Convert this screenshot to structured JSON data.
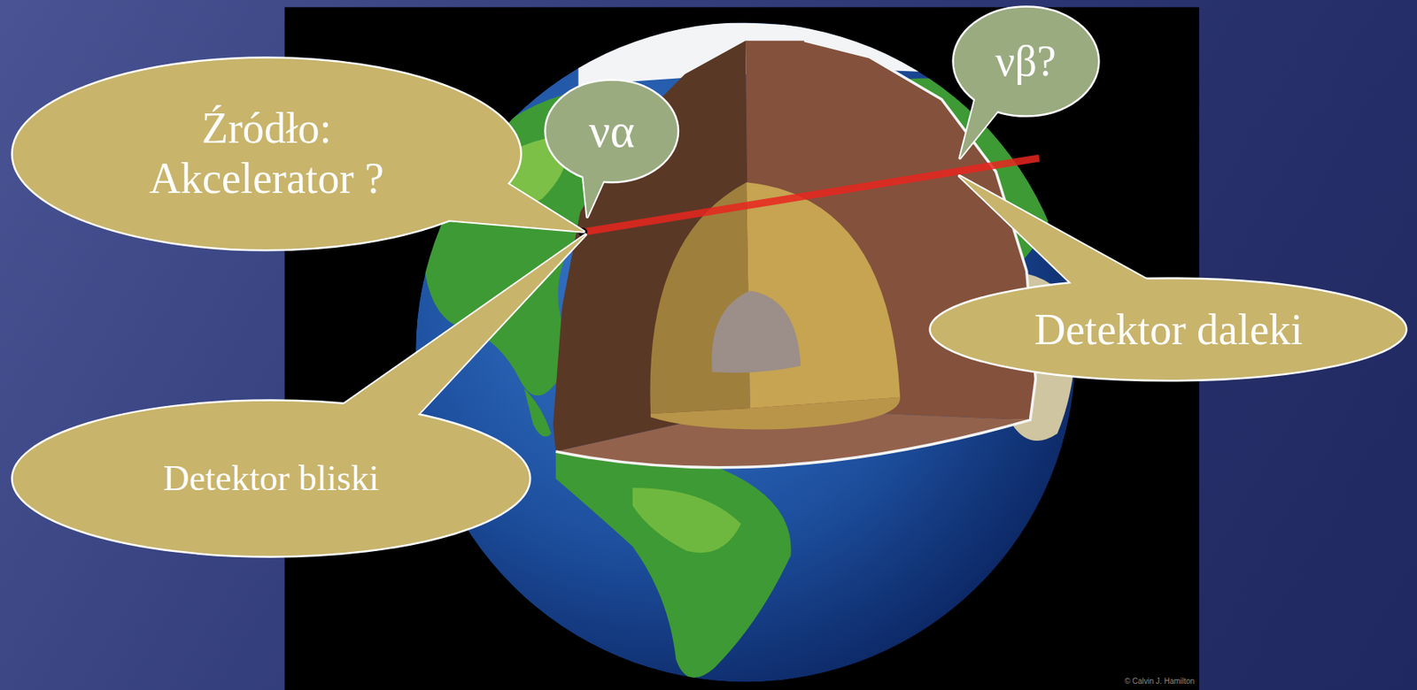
{
  "diagram": {
    "nodes": [
      {
        "text": [
          "Źródło: Akcelerator ?"
        ]
      },
      {
        "text": [
          "να"
        ]
      },
      {
        "text": [
          "νβ?"
        ]
      },
      {
        "text": [
          "Detektor bliski"
        ]
      },
      {
        "text": [
          "Detektor daleki"
        ]
      }
    ],
    "labels": [
      "© Calvin J. Hamilton"
    ]
  }
}
